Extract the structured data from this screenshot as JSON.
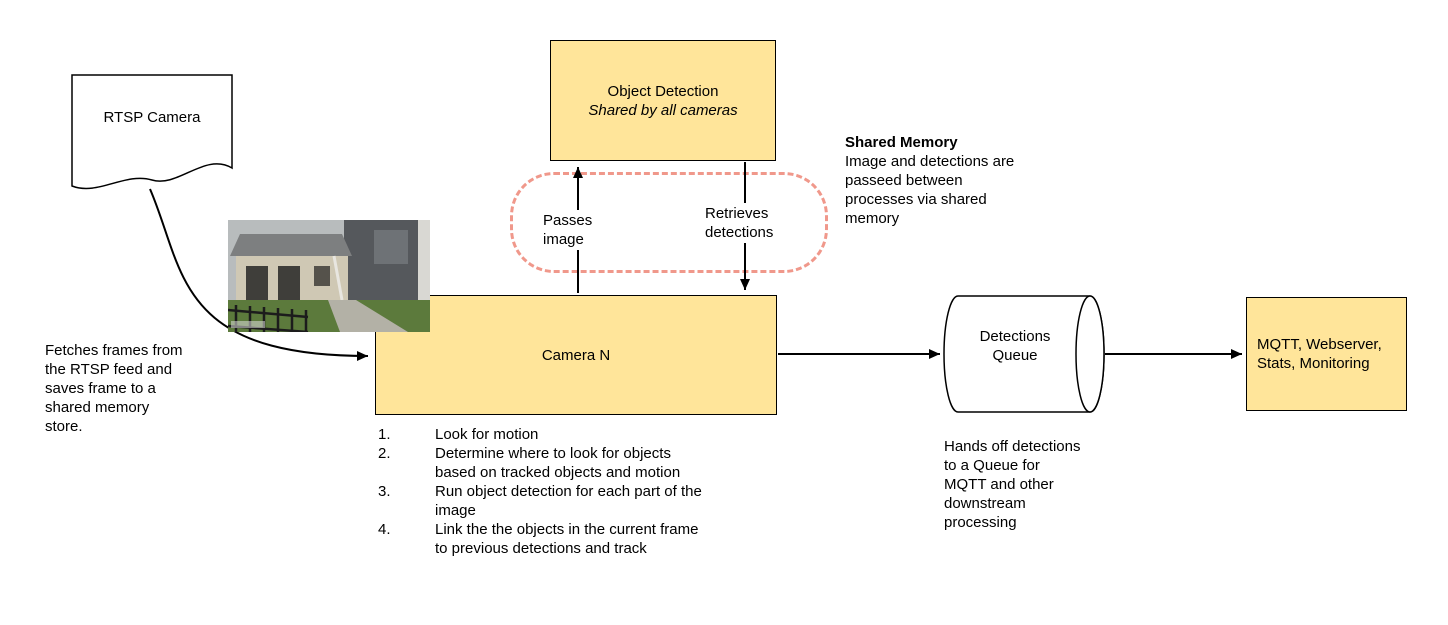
{
  "colors": {
    "box_fill": "#ffe59a",
    "box_border": "#000000",
    "shared_memory_dash": "#f0988b",
    "arrow": "#000000"
  },
  "nodes": {
    "rtsp_camera": "RTSP Camera",
    "object_detection_title": "Object Detection",
    "object_detection_subtitle": "Shared by all cameras",
    "camera_n": "Camera N",
    "detections_queue": "Detections\nQueue",
    "mqtt_box": "MQTT, Webserver,\nStats, Monitoring"
  },
  "labels": {
    "passes_image": "Passes\nimage",
    "retrieves_detections": "Retrieves\ndetections"
  },
  "notes": {
    "shared_memory_title": "Shared Memory",
    "shared_memory_body": "Image and detections are\npasseed between\nprocesses via shared\nmemory",
    "fetch_frames": "Fetches frames from\nthe RTSP feed and\nsaves frame to a\nshared memory\nstore.",
    "queue_handoff": "Hands off detections\nto a Queue for\nMQTT and other\ndownstream\nprocessing"
  },
  "camera_steps": [
    {
      "num": "1.",
      "text": "Look for motion"
    },
    {
      "num": "2.",
      "text": "Determine where to look for objects\nbased on tracked objects and motion"
    },
    {
      "num": "3.",
      "text": "Run object detection for each part of the\nimage"
    },
    {
      "num": "4.",
      "text": "Link the the objects in the current frame\nto previous detections and track"
    }
  ]
}
